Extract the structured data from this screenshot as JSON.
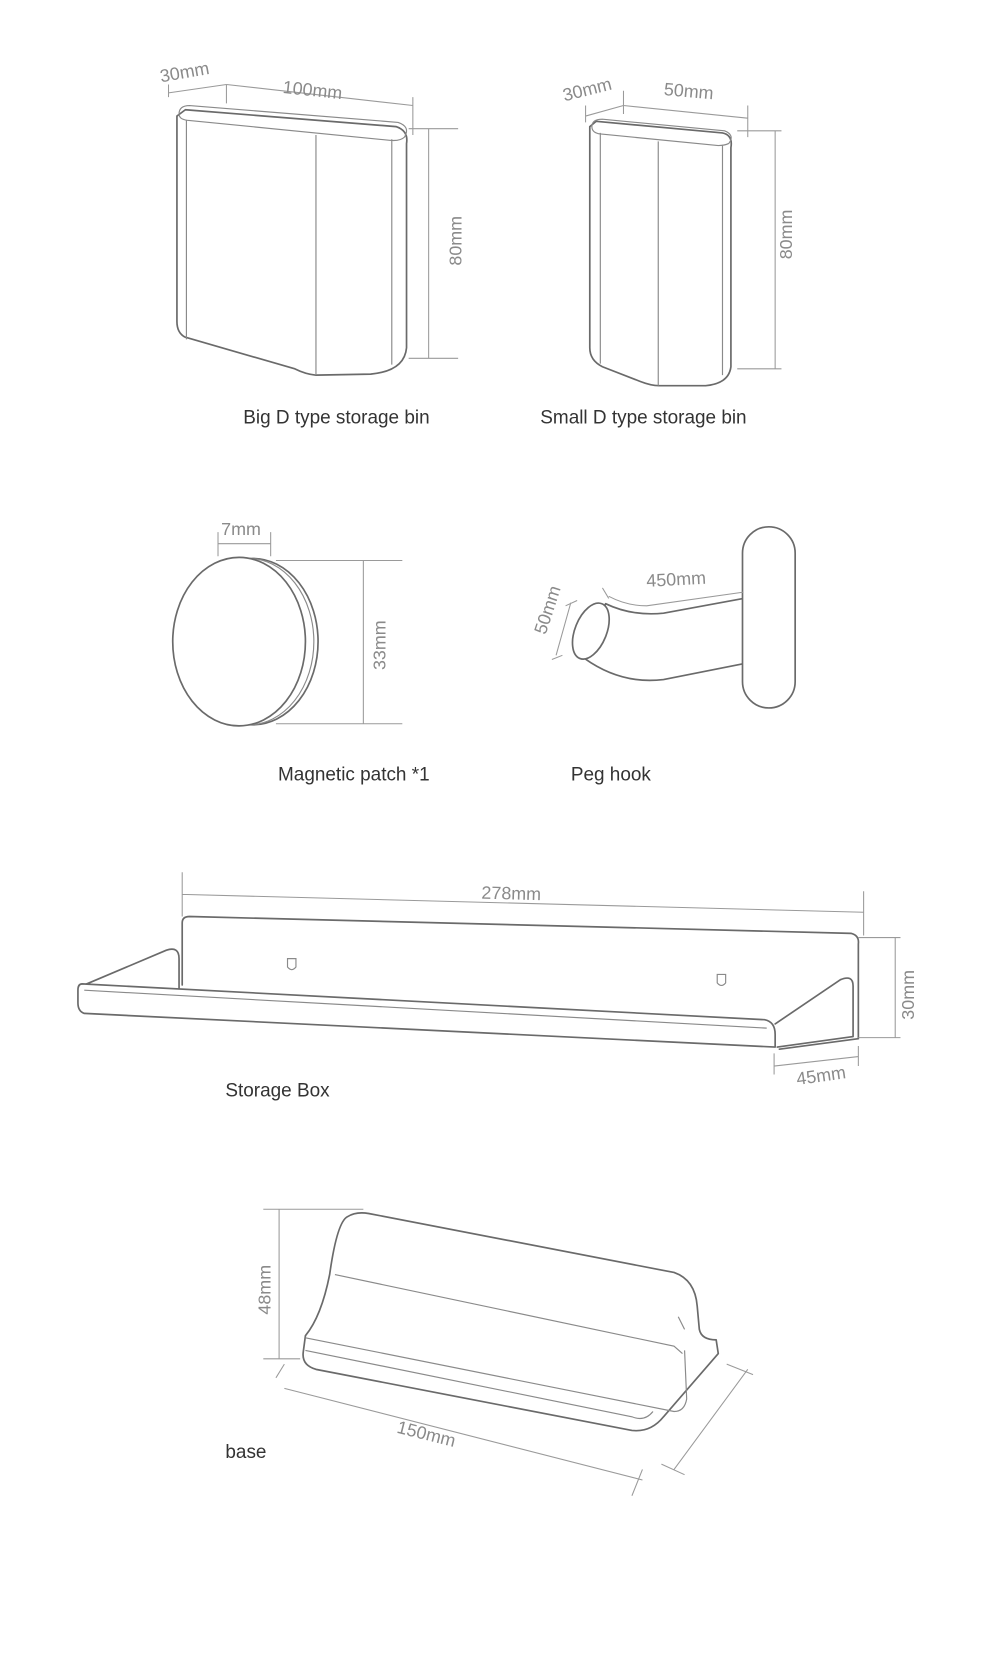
{
  "products": {
    "big_bin": {
      "label": "Big D type storage bin",
      "depth": "30mm",
      "width": "100mm",
      "height": "80mm"
    },
    "small_bin": {
      "label": "Small D type storage bin",
      "depth": "30mm",
      "width": "50mm",
      "height": "80mm"
    },
    "magnetic_patch": {
      "label": "Magnetic patch *1",
      "thickness": "7mm",
      "diameter": "33mm"
    },
    "peg_hook": {
      "label": "Peg hook",
      "length": "450mm",
      "diameter": "50mm"
    },
    "storage_box": {
      "label": "Storage Box",
      "length": "278mm",
      "height": "30mm",
      "depth": "45mm"
    },
    "base": {
      "label": "base",
      "height": "48mm",
      "length": "150mm"
    }
  }
}
